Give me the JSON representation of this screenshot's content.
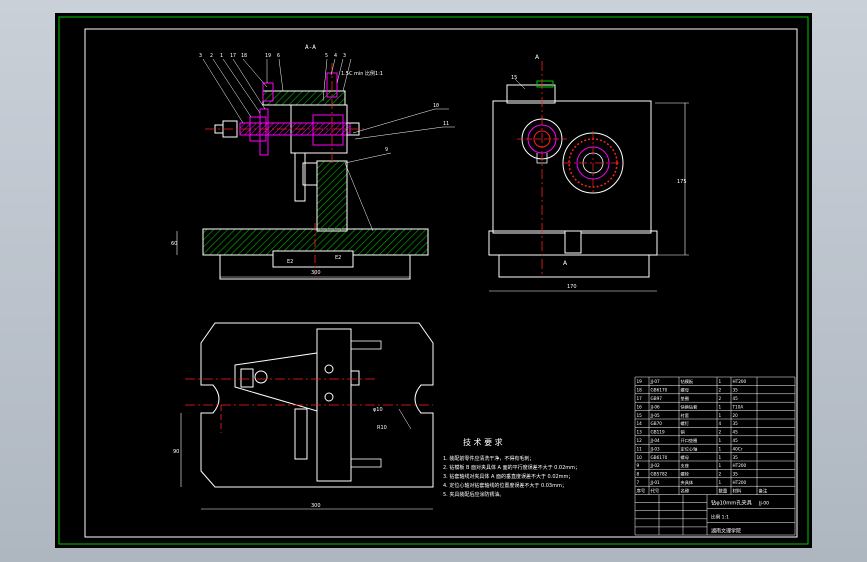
{
  "colors": {
    "background": "#000000",
    "frame": "#00c800",
    "outline": "#ffffff",
    "hatch": "#00b400",
    "centerline": "#ff2020",
    "part_magenta": "#ff00ff",
    "leader": "#ffffff"
  },
  "view_labels": {
    "section_a": "A-A",
    "side_top": "A",
    "side_bottom": "A"
  },
  "front_view": {
    "balloons": [
      "3",
      "2",
      "1",
      "17",
      "18",
      "19",
      "6",
      "5",
      "4",
      "3"
    ],
    "right_balloons": [
      "10",
      "11",
      "9"
    ],
    "note": "1.5C min  比例1:1"
  },
  "technical_requirements": {
    "title": "技 术 要 求",
    "lines": [
      "1. 装配前零件应清洗干净，不得有毛刺；",
      "2. 钻模板 B 面对夹具体 A 面的平行度误差不大于 0.02mm；",
      "3. 钻套轴线对夹具体 A 面的垂直度误差不大于 0.02mm；",
      "4. 定位心轴对钻套轴线的位置度误差不大于 0.03mm；",
      "5. 夹具装配后应涂防锈油。"
    ]
  },
  "title_block": {
    "parts_header": [
      "序号",
      "代号",
      "名称",
      "数量",
      "材料",
      "备注"
    ],
    "parts_rows": [
      [
        "19",
        "JJ-07",
        "钻模板",
        "1",
        "HT200",
        ""
      ],
      [
        "18",
        "GB6170",
        "螺母",
        "2",
        "35",
        ""
      ],
      [
        "17",
        "GB97",
        "垫圈",
        "2",
        "45",
        ""
      ],
      [
        "16",
        "JJ-06",
        "快换钻套",
        "1",
        "T10A",
        ""
      ],
      [
        "15",
        "JJ-05",
        "衬套",
        "1",
        "20",
        ""
      ],
      [
        "14",
        "GB70",
        "螺钉",
        "4",
        "35",
        ""
      ],
      [
        "13",
        "GB119",
        "销",
        "2",
        "45",
        ""
      ],
      [
        "12",
        "JJ-04",
        "开口垫圈",
        "1",
        "45",
        ""
      ],
      [
        "11",
        "JJ-03",
        "定位心轴",
        "1",
        "40Cr",
        ""
      ],
      [
        "10",
        "GB6170",
        "螺母",
        "1",
        "35",
        ""
      ],
      [
        "9",
        "JJ-02",
        "支座",
        "1",
        "HT200",
        ""
      ],
      [
        "8",
        "GB5782",
        "螺栓",
        "2",
        "35",
        ""
      ],
      [
        "7",
        "JJ-01",
        "夹具体",
        "1",
        "HT200",
        ""
      ]
    ],
    "drawing_title": "钻φ10mm孔夹具",
    "drawing_no": "JJ-00",
    "scale_text": "比例 1:1",
    "company": "湖南文理学院"
  }
}
